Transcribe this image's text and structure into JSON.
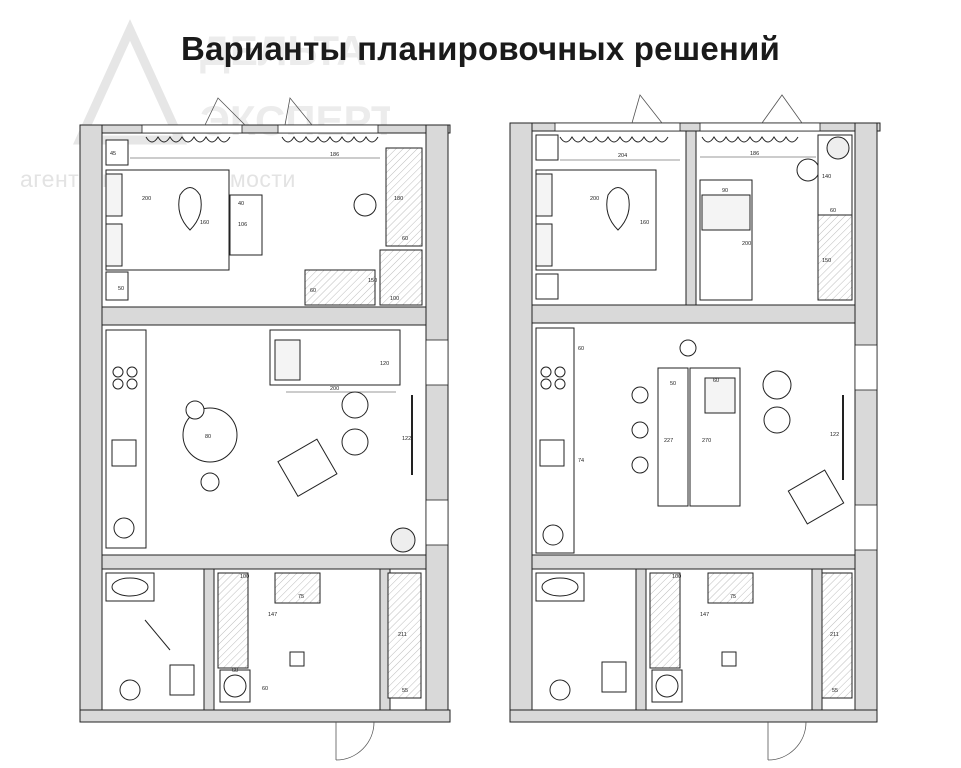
{
  "title": "Варианты планировочных решений",
  "watermark": {
    "brand": "ДЕЛЬТА ЭКСПЕРТ",
    "tagline": "агентство недвижимости"
  },
  "plan1": {
    "labels": {
      "bedroom_width": "186",
      "bed_length": "200",
      "bed_width": "160",
      "desk_a": "40",
      "desk_b": "106",
      "wardrobe_len": "180",
      "wardrobe_depth": "60",
      "small_a": "45",
      "small_b": "50",
      "sofa_len": "200",
      "sofa_depth": "120",
      "table_d": "80",
      "tv": "122",
      "hall_a": "100",
      "hall_b": "75",
      "hall_c": "147",
      "hall_d": "211",
      "hall_e": "55",
      "wm_a": "60",
      "wm_b": "60",
      "closet_a": "60",
      "closet_b": "150",
      "closet_c": "100"
    }
  },
  "plan2": {
    "labels": {
      "bedroom_width": "204",
      "bed_length": "200",
      "bed_width": "160",
      "room2_width": "186",
      "bed2_width": "90",
      "bed2_length": "200",
      "desk2": "140",
      "closet_a": "60",
      "closet_b": "150",
      "sofa_len": "270",
      "bar_len": "227",
      "bar_depth": "50",
      "sofa_depth": "60",
      "tv": "122",
      "hall_a": "100",
      "hall_b": "75",
      "hall_c": "147",
      "hall_d": "211",
      "hall_e": "55",
      "kitchen_a": "60",
      "kitchen_b": "74"
    }
  }
}
